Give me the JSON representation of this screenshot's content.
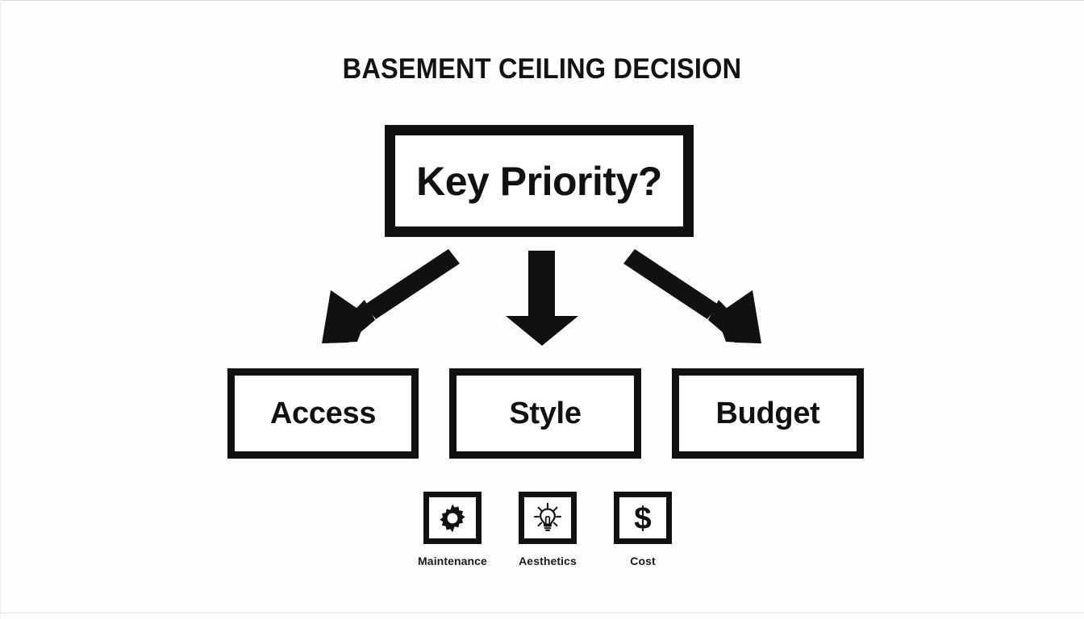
{
  "diagram": {
    "title": "BASEMENT CEILING DECISION",
    "root": {
      "label": "Key Priority?",
      "name": "root-decision-node"
    },
    "options": [
      {
        "label": "Access",
        "name": "option-access"
      },
      {
        "label": "Style",
        "name": "option-style"
      },
      {
        "label": "Budget",
        "name": "option-budget"
      }
    ],
    "connectors": [
      {
        "name": "arrow-to-access",
        "direction": "down-left"
      },
      {
        "name": "arrow-to-style",
        "direction": "down"
      },
      {
        "name": "arrow-to-budget",
        "direction": "down-right"
      }
    ],
    "icons": [
      {
        "label": "Maintenance",
        "icon": "gear-icon"
      },
      {
        "label": "Aesthetics",
        "icon": "lightbulb-icon"
      },
      {
        "label": "Cost",
        "icon": "dollar-sign-icon"
      }
    ],
    "colors": {
      "ink": "#111111",
      "background": "#fefefe",
      "edge_line": "#d6dadc"
    }
  }
}
